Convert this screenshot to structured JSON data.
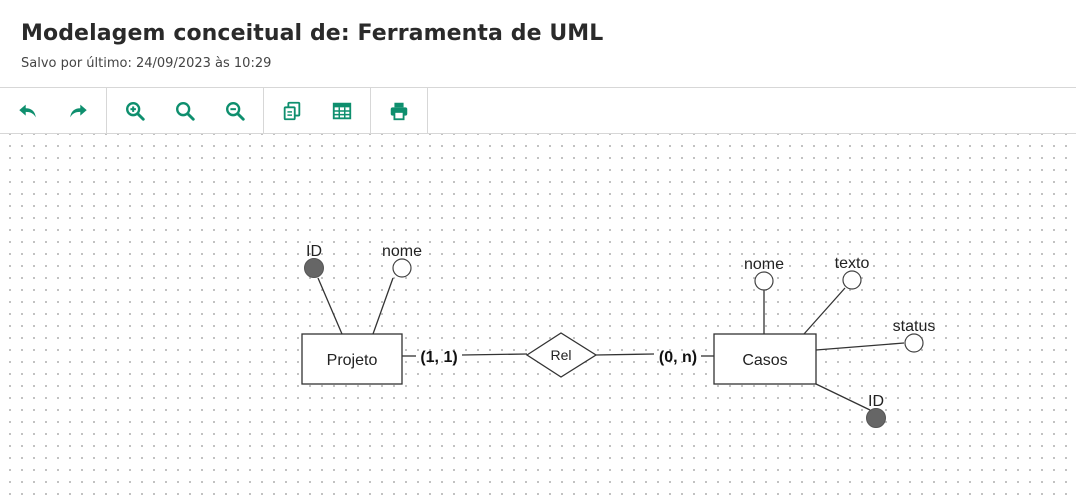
{
  "header": {
    "title": "Modelagem conceitual de: Ferramenta de UML",
    "subtitle": "Salvo por último: 24/09/2023 às 10:29"
  },
  "toolbar": {
    "accent_color": "#0e8f6e",
    "buttons": [
      {
        "icon": "undo-icon"
      },
      {
        "icon": "redo-icon"
      },
      {
        "icon": "zoom-in-icon"
      },
      {
        "icon": "zoom-reset-icon"
      },
      {
        "icon": "zoom-out-icon"
      },
      {
        "icon": "copy-icon"
      },
      {
        "icon": "table-icon"
      },
      {
        "icon": "print-icon"
      }
    ]
  },
  "diagram": {
    "entities": {
      "projeto": {
        "label": "Projeto"
      },
      "casos": {
        "label": "Casos"
      }
    },
    "relationship": {
      "label": "Rel"
    },
    "cardinalities": {
      "projeto": "(1, 1)",
      "casos": "(0, n)"
    },
    "attributes": {
      "projeto_id": {
        "label": "ID",
        "key": true
      },
      "projeto_nome": {
        "label": "nome",
        "key": false
      },
      "casos_nome": {
        "label": "nome",
        "key": false
      },
      "casos_texto": {
        "label": "texto",
        "key": false
      },
      "casos_status": {
        "label": "status",
        "key": false
      },
      "casos_id": {
        "label": "ID",
        "key": true
      }
    },
    "key_fill_color": "#666666"
  }
}
